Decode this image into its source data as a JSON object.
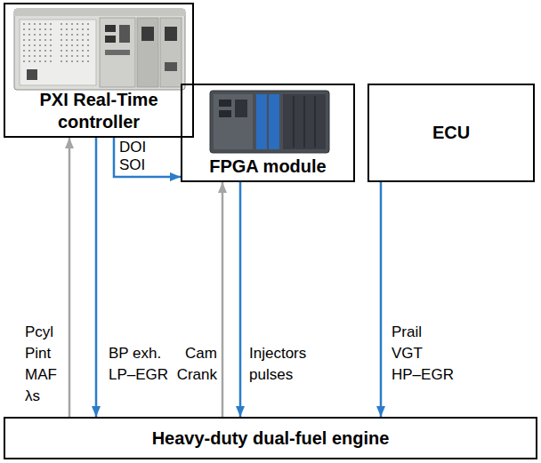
{
  "diagram": {
    "nodes": [
      {
        "text": [
          "PXI Real-Time controller"
        ]
      },
      {
        "text": [
          "FPGA module"
        ]
      },
      {
        "text": [
          "ECU"
        ]
      },
      {
        "text": [
          "Heavy-duty dual-fuel engine"
        ]
      }
    ],
    "edges": [
      {
        "from": 3,
        "to": 0,
        "arrow": "to",
        "label": "Pcyl Pint MAF λs"
      },
      {
        "from": 0,
        "to": 3,
        "arrow": "to",
        "label": "BP exh. LP–EGR"
      },
      {
        "from": 0,
        "to": 1,
        "arrow": "to",
        "label": "DOI SOI"
      },
      {
        "from": 3,
        "to": 1,
        "arrow": "to",
        "label": "Cam Crank"
      },
      {
        "from": 1,
        "to": 3,
        "arrow": "to",
        "label": "Injectors pulses"
      },
      {
        "from": 2,
        "to": 3,
        "arrow": "to",
        "label": "Prail VGT HP–EGR"
      }
    ]
  }
}
